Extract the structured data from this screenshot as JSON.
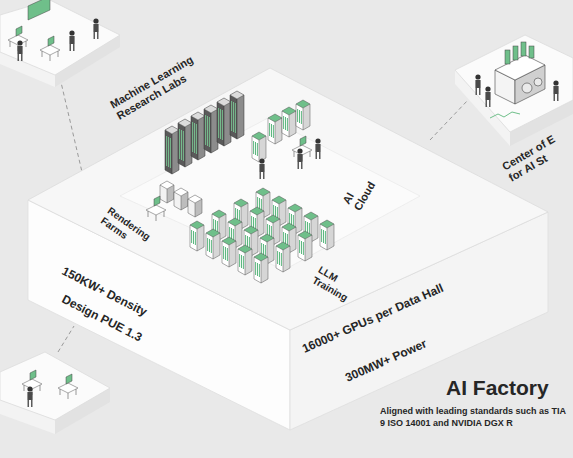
{
  "diagram": {
    "title": "AI Factory",
    "caption": "Aligned with leading standards such as TIA 9 ISO 14001 and NVIDIA DGX R",
    "labels": [
      "Machine Learning Research Labs",
      "AI Cloud",
      "Center of E for AI St",
      "Rendering Farms",
      "LLM Training",
      "150KW+ Density",
      "Design PUE 1.3",
      "16000+ GPUs per Data Hall",
      "300MW+ Power"
    ]
  }
}
